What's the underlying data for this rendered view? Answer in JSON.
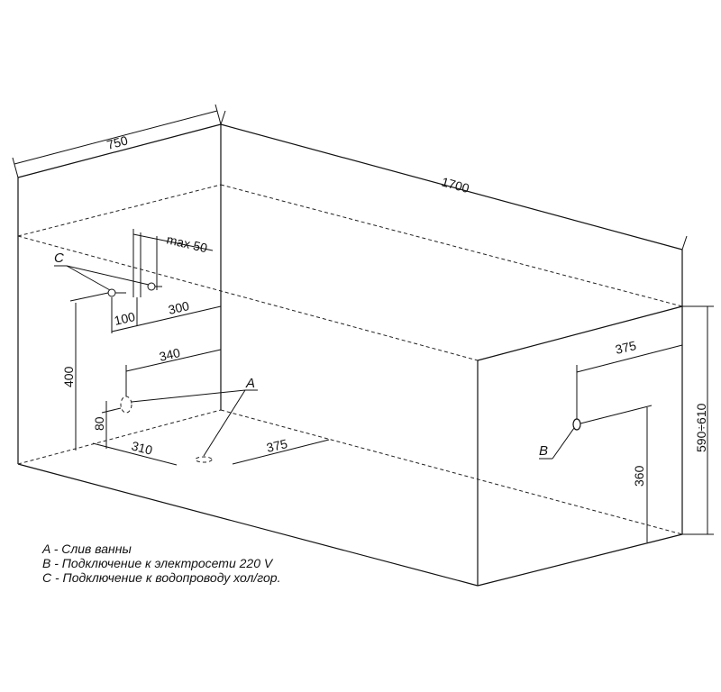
{
  "dimensions": {
    "width": "750",
    "length": "1700",
    "height": "590÷610",
    "max_spacing": "max 50",
    "tap_offset_100": "100",
    "tap_offset_300": "300",
    "drain_offset_340": "340",
    "tap_height": "400",
    "drain_height": "80",
    "drain_x": "310",
    "drain_y": "375",
    "electric_offset": "375",
    "electric_height": "360"
  },
  "markers": {
    "a": "A",
    "b": "B",
    "c": "C"
  },
  "legend": {
    "a": "A - Слив ванны",
    "b": "B - Подключение к электросети 220 V",
    "c": "C - Подключение к водопроводу хол/гор."
  }
}
